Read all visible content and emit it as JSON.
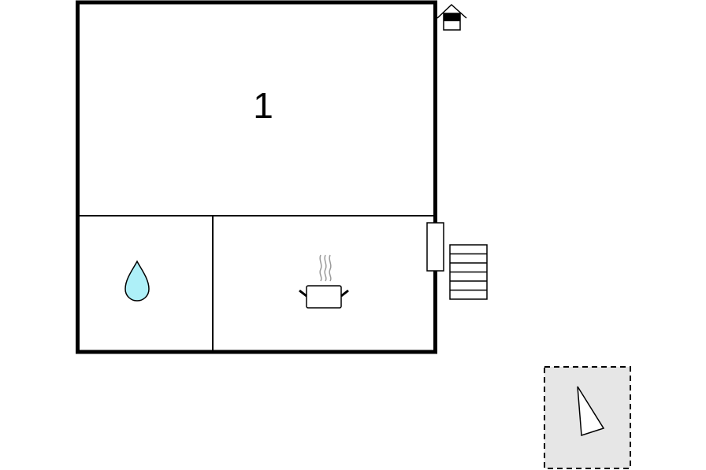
{
  "floor_plan": {
    "rooms": [
      {
        "label": "1",
        "type": "bedroom"
      },
      {
        "label": "",
        "type": "bathroom",
        "icon": "water-drop-icon"
      },
      {
        "label": "",
        "type": "kitchen",
        "icon": "cooking-pot-icon"
      }
    ],
    "symbols": {
      "entrance": "house-entrance-icon",
      "stairs": "stairs-icon",
      "door": "door-icon",
      "compass": "north-arrow-icon"
    },
    "colors": {
      "wall": "#000000",
      "water": "#aef0f8",
      "compass_bg": "#e6e6e6",
      "steam": "#9a9a9a"
    }
  }
}
